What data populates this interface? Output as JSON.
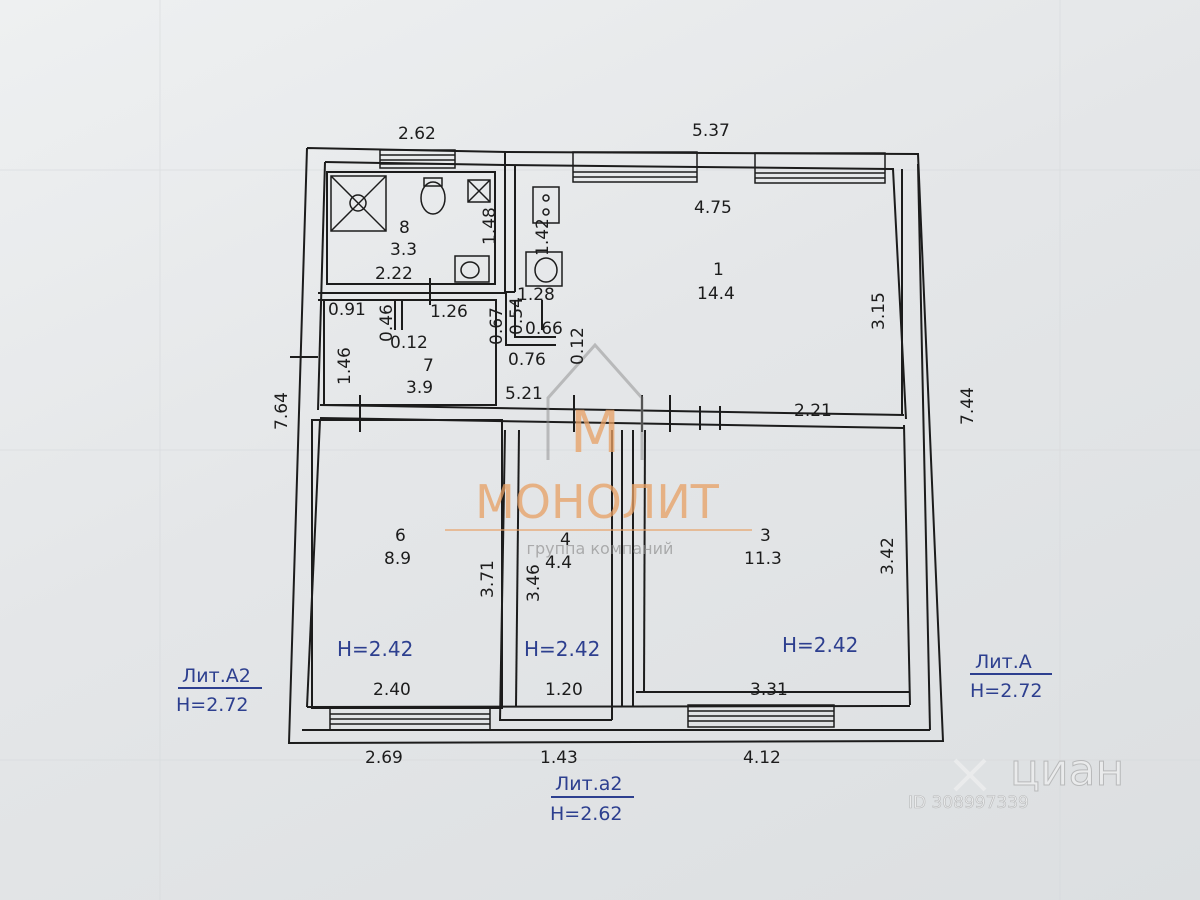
{
  "outer_dims": {
    "top_left": "2.62",
    "top_right": "5.37",
    "left": "7.64",
    "right": "7.44",
    "bottom_left": "2.69",
    "bottom_mid": "1.43",
    "bottom_right": "4.12"
  },
  "rooms": [
    {
      "number": "1",
      "area": "14.4"
    },
    {
      "number": "3",
      "area": "11.3"
    },
    {
      "number": "4",
      "area": "4.4"
    },
    {
      "number": "6",
      "area": "8.9"
    },
    {
      "number": "7",
      "area": "3.9"
    },
    {
      "number": "8",
      "area": "3.3"
    }
  ],
  "inner_dims": {
    "r8_width": "2.22",
    "r8_height": "1.48",
    "r1_width": "4.75",
    "r1_height": "3.15",
    "r1_bottom": "2.21",
    "corridor_width": "5.21",
    "niche_1_42": "1.42",
    "niche_1_28": "1.28",
    "niche_0_54": "0.54",
    "niche_0_66": "0.66",
    "niche_0_12b": "0.12",
    "niche_0_76": "0.76",
    "r7_0_91": "0.91",
    "r7_0_46": "0.46",
    "r7_1_26": "1.26",
    "r7_0_12": "0.12",
    "r7_0_67": "0.67",
    "r7_height": "1.46",
    "r6_height": "3.71",
    "r6_width": "2.40",
    "r4_height": "3.46",
    "r4_width": "1.20",
    "r3_height": "3.42",
    "r3_width": "3.31"
  },
  "heights": {
    "r6": "H=2.42",
    "r4": "H=2.42",
    "r3": "H=2.42"
  },
  "liters": {
    "a2": {
      "name": "Лит.А2",
      "height": "H=2.72"
    },
    "a": {
      "name": "Лит.А",
      "height": "H=2.72"
    },
    "a2_lower": {
      "name": "Лит.а2",
      "height": "H=2.62"
    }
  },
  "watermark": {
    "brand": "МОНОЛИТ",
    "tagline": "группа компаний",
    "cian": "циан",
    "cian_id": "ID 308997339"
  },
  "colors": {
    "ink": "#1c1c1c",
    "blue_text": "#2d3f8f",
    "watermark_orange": "#e8a064",
    "watermark_gray": "#8c8c8c"
  }
}
